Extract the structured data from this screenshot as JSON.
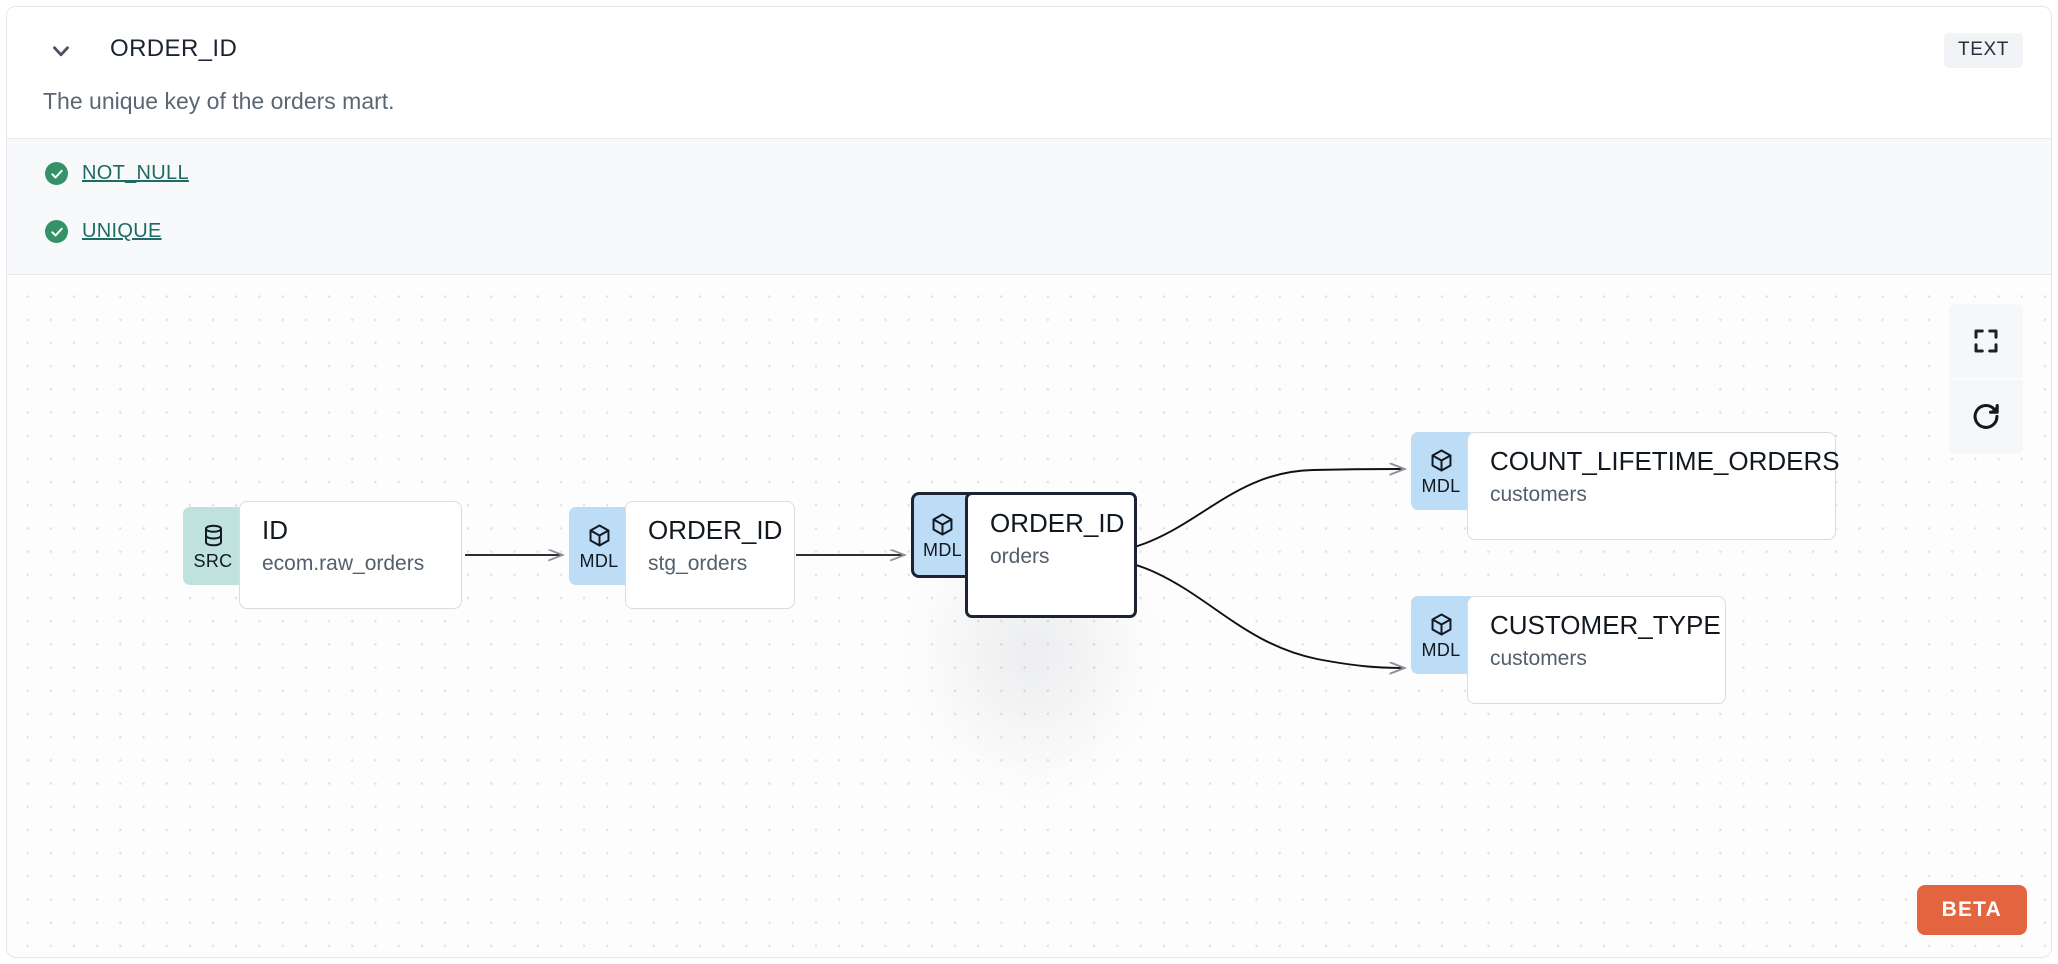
{
  "panel": {
    "collapse_icon": "chevron-down-icon",
    "title": "ORDER_ID",
    "type_badge": "TEXT",
    "description": "The unique key of the orders mart."
  },
  "tests": [
    {
      "icon": "check-circle-icon",
      "label": "NOT_NULL"
    },
    {
      "icon": "check-circle-icon",
      "label": "UNIQUE"
    }
  ],
  "lineage": {
    "nodes": [
      {
        "id": "src",
        "badge": "SRC",
        "badge_icon": "database-icon",
        "name": "ID",
        "source": "ecom.raw_orders",
        "selected": false
      },
      {
        "id": "stg",
        "badge": "MDL",
        "badge_icon": "cube-icon",
        "name": "ORDER_ID",
        "source": "stg_orders",
        "selected": false
      },
      {
        "id": "sel",
        "badge": "MDL",
        "badge_icon": "cube-icon",
        "name": "ORDER_ID",
        "source": "orders",
        "selected": true
      },
      {
        "id": "clo",
        "badge": "MDL",
        "badge_icon": "cube-icon",
        "name": "COUNT_LIFETIME_ORDERS",
        "source": "customers",
        "selected": false
      },
      {
        "id": "ctype",
        "badge": "MDL",
        "badge_icon": "cube-icon",
        "name": "CUSTOMER_TYPE",
        "source": "customers",
        "selected": false
      }
    ]
  },
  "controls": {
    "fullscreen_icon": "fullscreen-icon",
    "refresh_icon": "refresh-icon"
  },
  "beta_badge": "BETA",
  "colors": {
    "src_badge": "#bfe2de",
    "mdl_badge": "#bddcf5",
    "test_pass": "#359268",
    "test_link": "#1f6b63",
    "beta": "#e2653f",
    "selected_border": "#1c2333"
  }
}
